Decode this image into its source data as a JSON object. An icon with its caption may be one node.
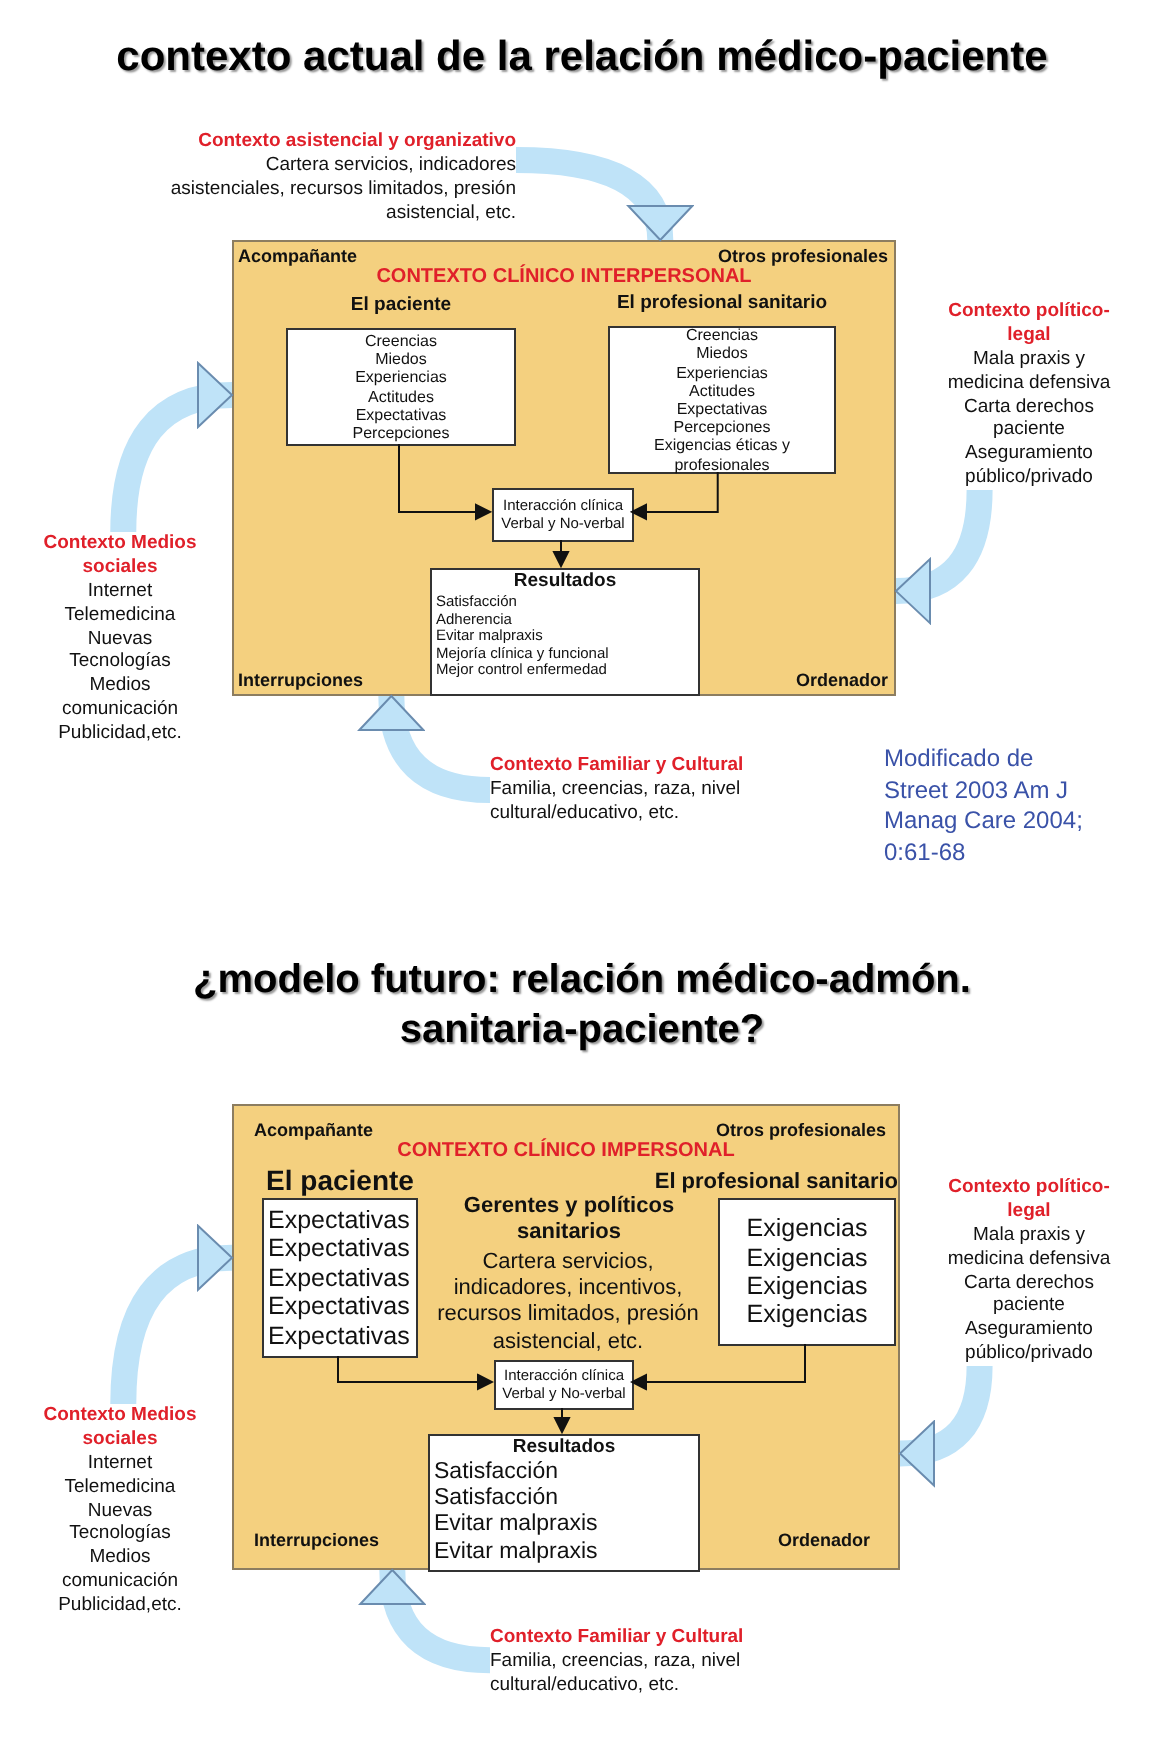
{
  "diagram": {
    "title": "contexto actual de la relación médico-paciente",
    "nodes": [
      {
        "text": [
          "Acompañante",
          "Otros profesionales",
          "CONTEXTO CLÍNICO INTERPERSONAL",
          "Interrupciones",
          "Ordenador"
        ]
      },
      {
        "text": [
          "El paciente",
          "Creencias",
          "Miedos",
          "Experiencias",
          "Actitudes",
          "Expectativas",
          "Percepciones"
        ],
        "in": 0
      },
      {
        "text": [
          "El profesional sanitario",
          "Creencias",
          "Miedos",
          "Experiencias",
          "Actitudes",
          "Expectativas",
          "Percepciones",
          "Exigencias éticas y profesionales"
        ],
        "in": 0
      },
      {
        "text": [
          "Interacción clínica",
          "Verbal y No-verbal"
        ],
        "in": 0
      },
      {
        "text": [
          "Resultados",
          "Satisfacción",
          "Adherencia",
          "Evitar malpraxis",
          "Mejoría clínica y funcional",
          "Mejor control enfermedad"
        ],
        "in": 0
      },
      {
        "text": [
          "Contexto asistencial y organizativo",
          "Cartera servicios, indicadores asistenciales, recursos limitados, presión asistencial, etc."
        ]
      },
      {
        "text": [
          "Contexto político-legal",
          "Mala praxis y medicina defensiva",
          "Carta derechos paciente",
          "Aseguramiento público/privado"
        ]
      },
      {
        "text": [
          "Contexto Familiar y Cultural",
          "Familia, creencias, raza, nivel cultural/educativo, etc."
        ]
      },
      {
        "text": [
          "Contexto Medios sociales",
          "Internet",
          "Telemedicina",
          "Nuevas Tecnologías",
          "Medios comunicación",
          "Publicidad,etc."
        ]
      },
      {
        "text": [
          "Acompañante",
          "Otros profesionales",
          "CONTEXTO CLÍNICO IMPERSONAL",
          "Gerentes y políticos sanitarios",
          "Cartera servicios, indicadores, incentivos, recursos limitados, presión asistencial, etc.",
          "Interrupciones",
          "Ordenador"
        ]
      },
      {
        "text": [
          "El paciente",
          "Expectativas",
          "Expectativas",
          "Expectativas",
          "Expectativas",
          "Expectativas"
        ],
        "in": 9
      },
      {
        "text": [
          "El profesional sanitario",
          "Exigencias",
          "Exigencias",
          "Exigencias",
          "Exigencias"
        ],
        "in": 9
      },
      {
        "text": [
          "Interacción clínica",
          "Verbal y No-verbal"
        ],
        "in": 9
      },
      {
        "text": [
          "Resultados",
          "Satisfacción",
          "Satisfacción",
          "Evitar malpraxis",
          "Evitar malpraxis"
        ],
        "in": 9
      },
      {
        "text": [
          "Contexto político-legal",
          "Mala praxis y medicina defensiva",
          "Carta derechos paciente",
          "Aseguramiento público/privado"
        ]
      },
      {
        "text": [
          "Contexto Familiar y Cultural",
          "Familia, creencias, raza, nivel cultural/educativo, etc."
        ]
      },
      {
        "text": [
          "Contexto Medios sociales",
          "Internet",
          "Telemedicina",
          "Nuevas Tecnologías",
          "Medios comunicación",
          "Publicidad,etc."
        ]
      }
    ],
    "edges": [
      {
        "from": 5,
        "to": 0,
        "arrow": "to",
        "color": "#bfe3f8"
      },
      {
        "from": 6,
        "to": 0,
        "arrow": "to",
        "color": "#bfe3f8"
      },
      {
        "from": 7,
        "to": 0,
        "arrow": "to",
        "color": "#bfe3f8"
      },
      {
        "from": 8,
        "to": 0,
        "arrow": "to",
        "color": "#bfe3f8"
      },
      {
        "from": 1,
        "to": 3,
        "arrow": "to",
        "color": "#111111"
      },
      {
        "from": 2,
        "to": 3,
        "arrow": "to",
        "color": "#111111"
      },
      {
        "from": 3,
        "to": 4,
        "arrow": "to",
        "color": "#111111"
      },
      {
        "from": 10,
        "to": 12,
        "arrow": "to",
        "color": "#111111"
      },
      {
        "from": 11,
        "to": 12,
        "arrow": "to",
        "color": "#111111"
      },
      {
        "from": 12,
        "to": 13,
        "arrow": "to",
        "color": "#111111"
      },
      {
        "from": 14,
        "to": 9,
        "arrow": "to",
        "color": "#bfe3f8"
      },
      {
        "from": 15,
        "to": 9,
        "arrow": "to",
        "color": "#bfe3f8"
      },
      {
        "from": 16,
        "to": 9,
        "arrow": "to",
        "color": "#bfe3f8"
      }
    ],
    "labels": [
      "Modificado de Street 2003 Am J Manag Care 2004; 0:61-68",
      "¿modelo futuro: relación médico-admón. sanitaria-paciente?"
    ]
  }
}
